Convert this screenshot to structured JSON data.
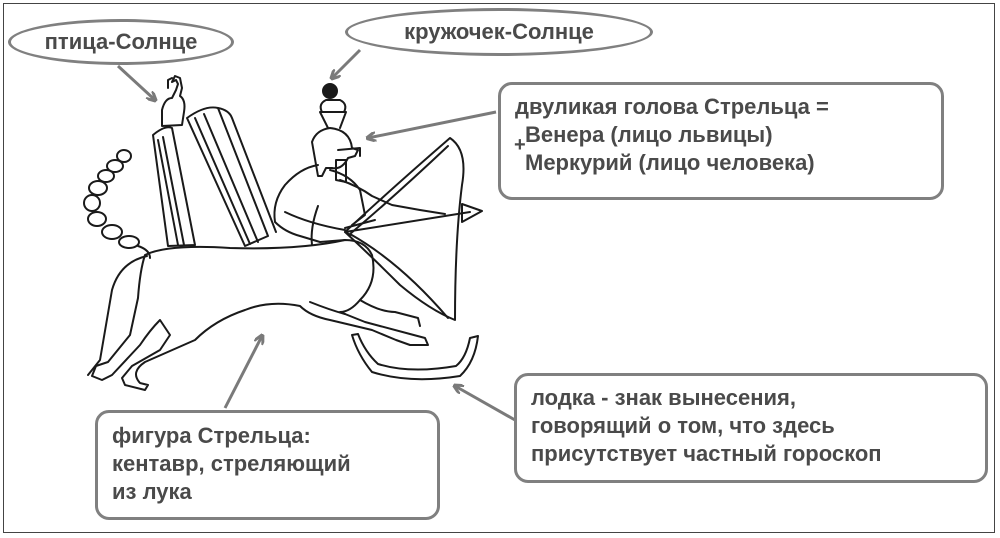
{
  "labels": {
    "bird_sun": "птица-Солнце",
    "disc_sun": "кружочек-Солнце",
    "head": {
      "line1": "двуликая голова Стрельца =",
      "plus": "+",
      "line2": "Венера (лицо львицы)",
      "line3": "Меркурий (лицо человека)"
    },
    "boat": {
      "line1": "лодка - знак вынесения,",
      "line2": "говорящий о том, что здесь",
      "line3": "присутствует частный гороскоп"
    },
    "figure": {
      "line1": "фигура Стрельца:",
      "line2": "кентавр, стреляющий",
      "line3": "из лука"
    }
  },
  "colors": {
    "callout_border": "#808080",
    "callout_text": "#4a4a4a",
    "drawing": "#1a1a1a",
    "arrow": "#7a7a7a"
  }
}
